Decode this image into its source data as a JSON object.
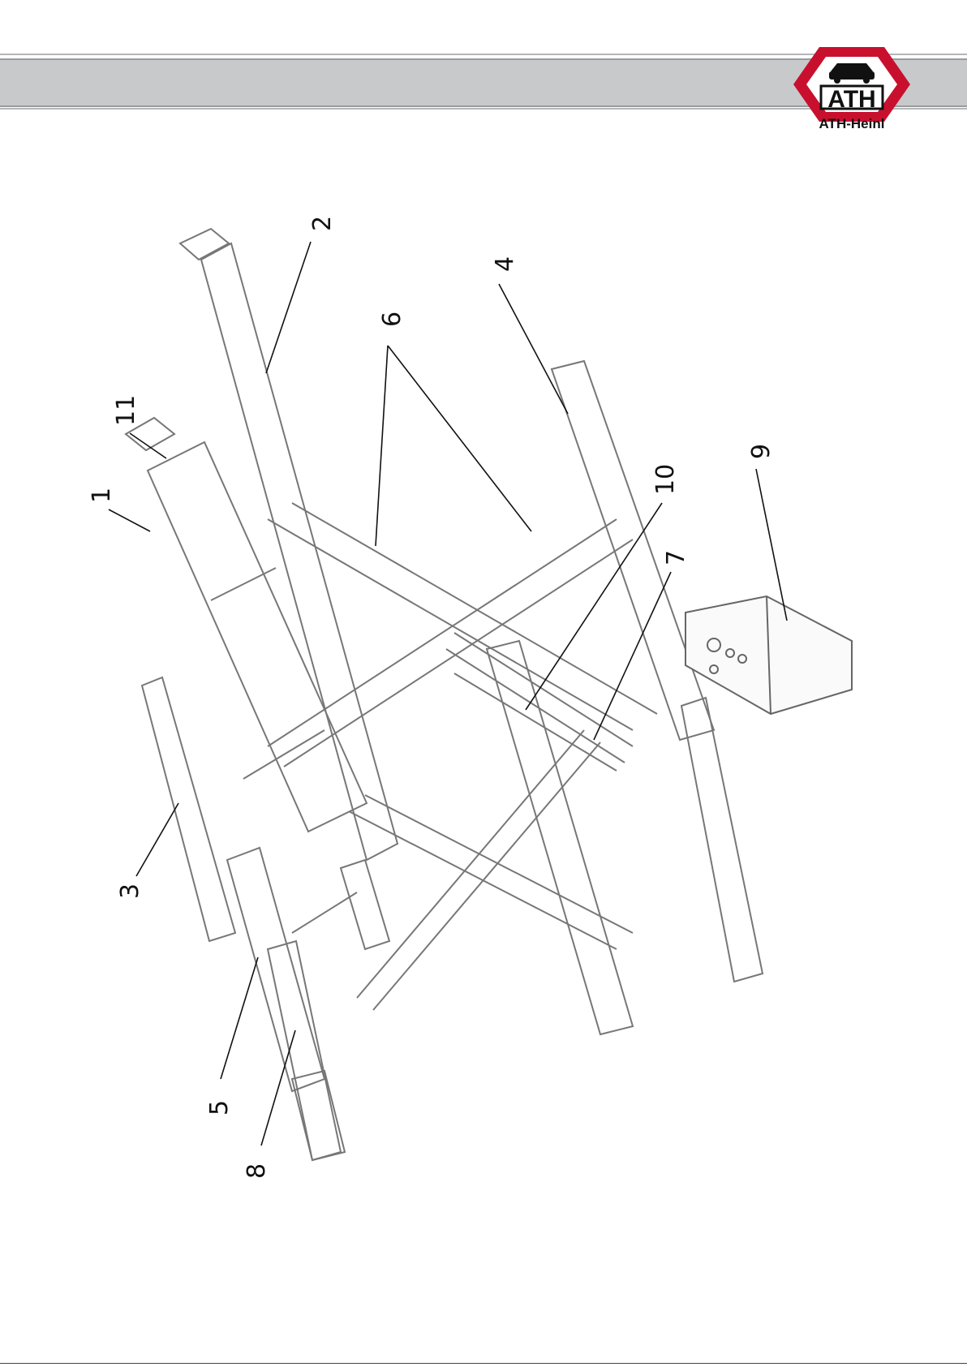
{
  "header": {
    "brand_text": "ATH",
    "brand_name": "ATH-Heinl",
    "accent_color": "#c8102e",
    "band_color": "#c8c9cb"
  },
  "drawing": {
    "callouts": [
      "1",
      "2",
      "3",
      "4",
      "5",
      "6",
      "7",
      "8",
      "9",
      "10",
      "11"
    ]
  }
}
